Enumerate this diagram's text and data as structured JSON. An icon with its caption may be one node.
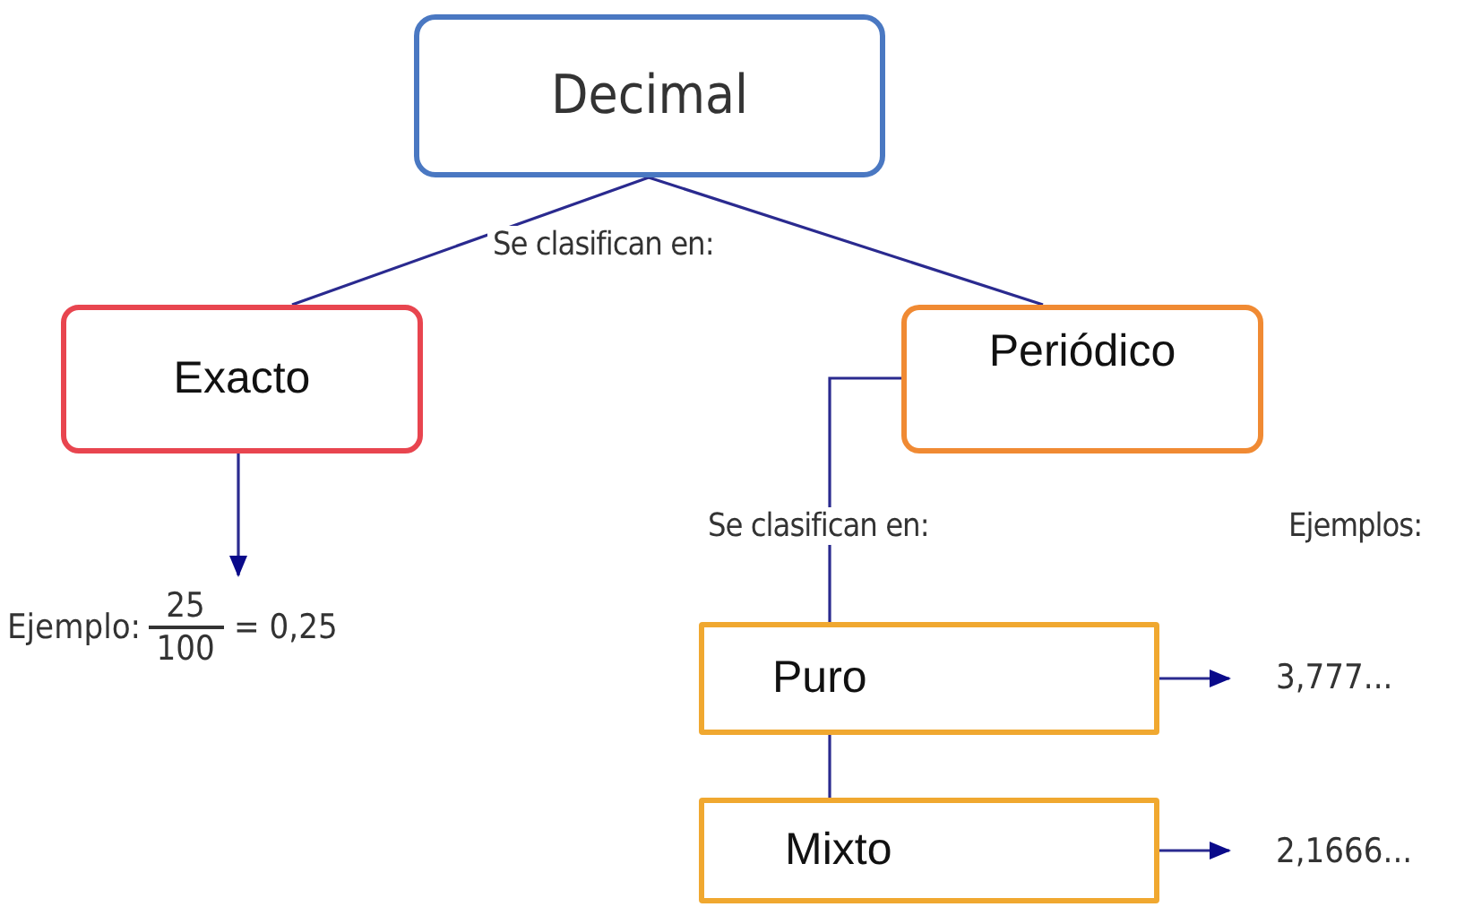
{
  "diagram": {
    "nodes": [
      {
        "text": [
          "Decimal"
        ]
      },
      {
        "text": [
          "Exacto"
        ]
      },
      {
        "text": [
          "Periódico"
        ]
      },
      {
        "text": [
          "Ejemplo:",
          "25",
          "100",
          "= 0,25"
        ]
      },
      {
        "text": [
          "Puro"
        ]
      },
      {
        "text": [
          "Mixto"
        ]
      },
      {
        "text": [
          "3,777..."
        ]
      },
      {
        "text": [
          "2,1666..."
        ]
      }
    ],
    "edges": [
      {
        "from": 0,
        "to": 1,
        "arrow": "none",
        "label": "Se clasifican en:"
      },
      {
        "from": 0,
        "to": 2,
        "arrow": "none"
      },
      {
        "from": 1,
        "to": 3,
        "arrow": "to"
      },
      {
        "from": 2,
        "to": 4,
        "arrow": "none",
        "label": "Se clasifican en:"
      },
      {
        "from": 4,
        "to": 5,
        "arrow": "none"
      },
      {
        "from": 4,
        "to": 6,
        "arrow": "to"
      },
      {
        "from": 5,
        "to": 7,
        "arrow": "to"
      }
    ],
    "labels": [
      "Ejemplos:"
    ]
  }
}
